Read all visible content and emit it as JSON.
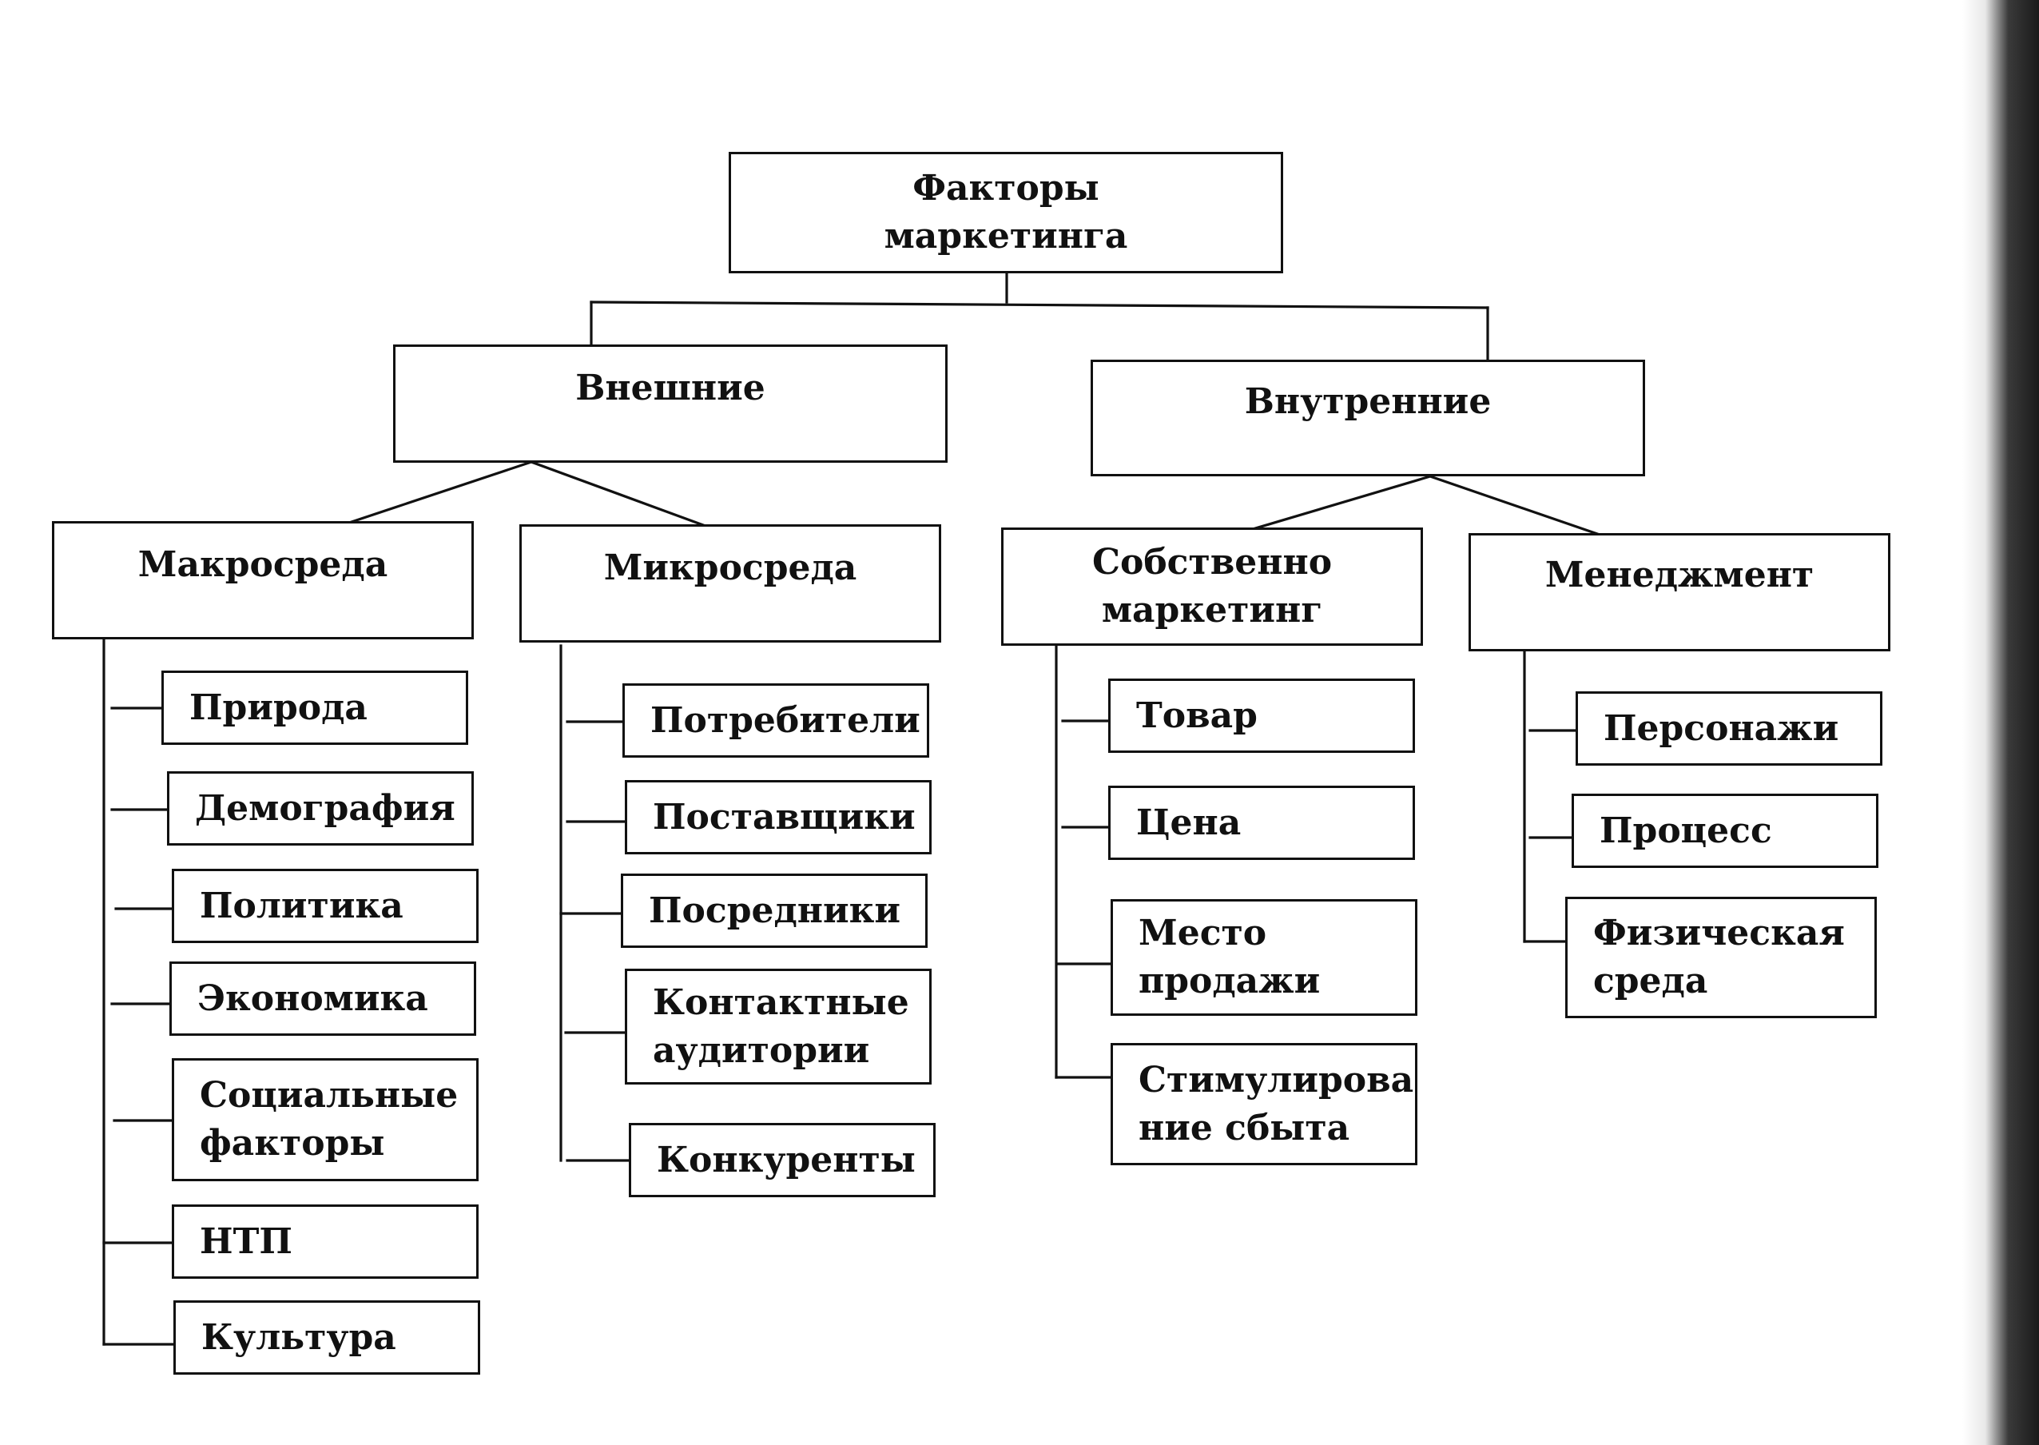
{
  "diagram": {
    "root": "Факторы\nмаркетинга",
    "external": {
      "label": "Внешние",
      "macro": {
        "label": "Макросреда",
        "items": [
          "Природа",
          "Демография",
          "Политика",
          "Экономика",
          "Социальные\nфакторы",
          "НТП",
          "Культура"
        ]
      },
      "micro": {
        "label": "Микросреда",
        "items": [
          "Потребители",
          "Поставщики",
          "Посредники",
          "Контактные\nаудитории",
          "Конкуренты"
        ]
      }
    },
    "internal": {
      "label": "Внутренние",
      "marketing": {
        "label": "Собственно\nмаркетинг",
        "items": [
          "Товар",
          "Цена",
          "Место\nпродажи",
          "Стимулирова\nние сбыта"
        ]
      },
      "management": {
        "label": "Менеджмент",
        "items": [
          "Персонажи",
          "Процесс",
          "Физическая\nсреда"
        ]
      }
    }
  }
}
